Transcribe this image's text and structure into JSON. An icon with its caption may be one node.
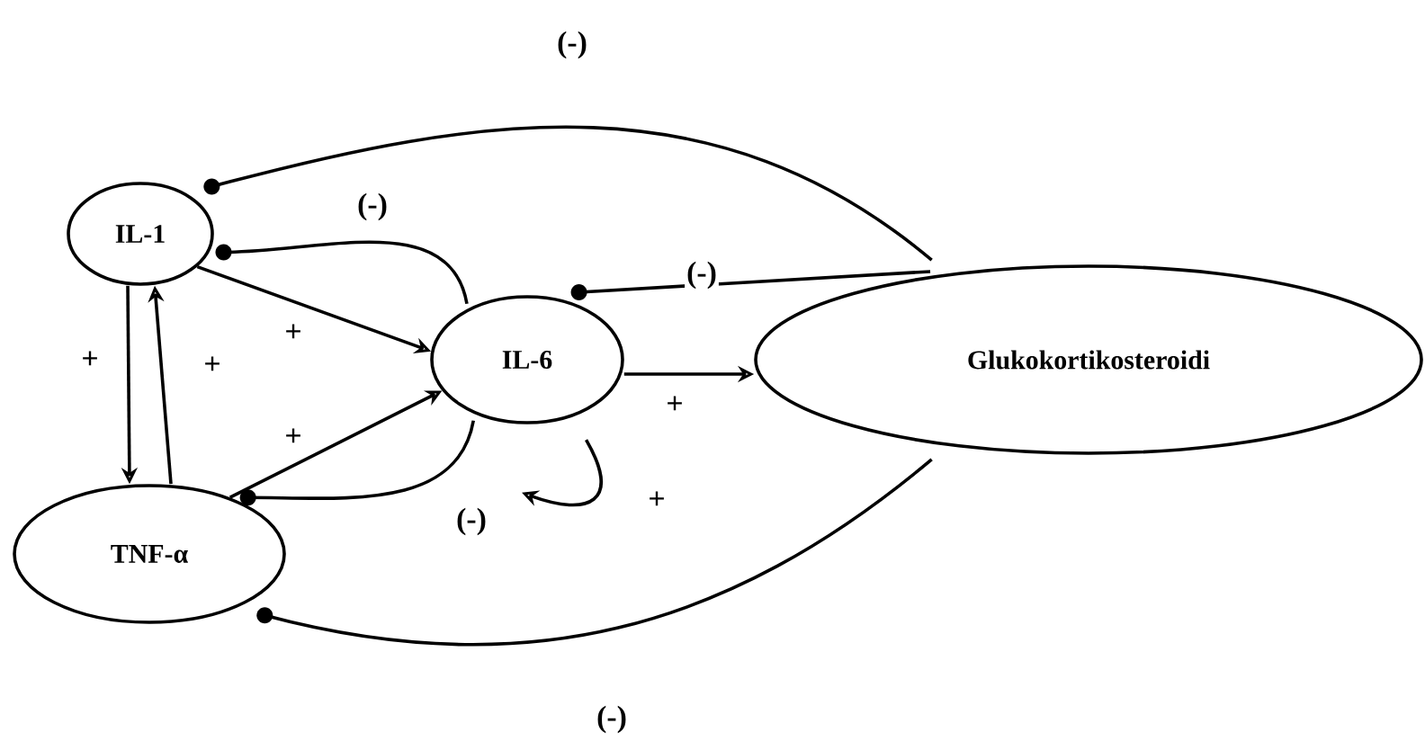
{
  "diagram": {
    "nodes": [
      {
        "text": [
          "IL-1"
        ]
      },
      {
        "text": [
          "TNF-α"
        ]
      },
      {
        "text": [
          "IL-6"
        ]
      },
      {
        "text": [
          "Glukokortikosteroidi"
        ]
      }
    ],
    "edges": [
      {
        "from": 0,
        "to": 1,
        "arrow": "to",
        "label": "+"
      },
      {
        "from": 1,
        "to": 0,
        "arrow": "to",
        "label": "+"
      },
      {
        "from": 0,
        "to": 2,
        "arrow": "to",
        "label": "+"
      },
      {
        "from": 1,
        "to": 2,
        "arrow": "to",
        "label": "+"
      },
      {
        "from": 2,
        "to": 0,
        "arrow": "other",
        "label": "(-)"
      },
      {
        "from": 2,
        "to": 1,
        "arrow": "other",
        "label": "(-)"
      },
      {
        "from": 3,
        "to": 0,
        "arrow": "other",
        "label": "(-)"
      },
      {
        "from": 3,
        "to": 1,
        "arrow": "other",
        "label": "(-)"
      },
      {
        "from": 3,
        "to": 2,
        "arrow": "other",
        "label": "(-)"
      },
      {
        "from": 2,
        "to": 3,
        "arrow": "to",
        "label": "+"
      },
      {
        "from": 2,
        "to": 2,
        "arrow": "to",
        "label": "+"
      }
    ]
  }
}
